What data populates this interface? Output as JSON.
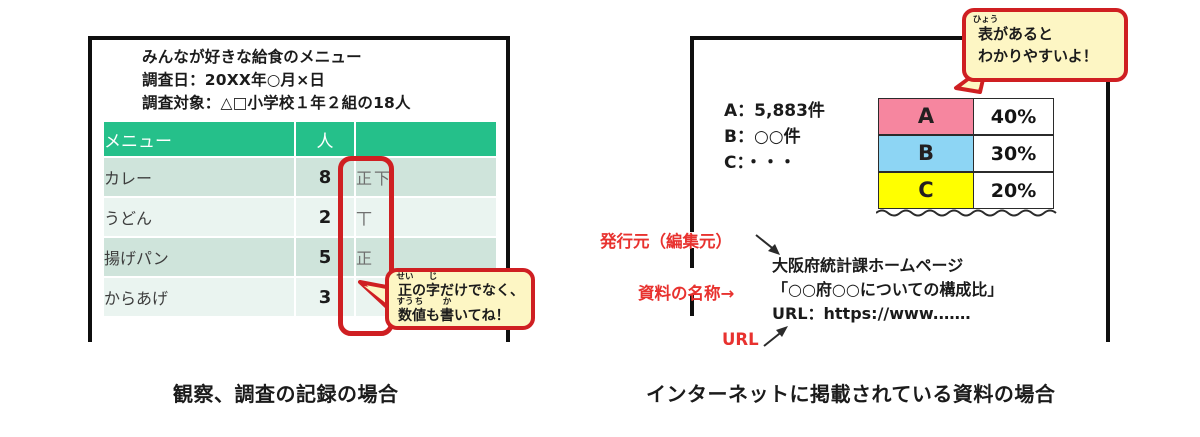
{
  "left_panel": {
    "heading_lines": [
      "みんなが好きな給食のメニュー",
      "調査日：20XX年○月×日",
      "調査対象：△□小学校１年２組の18人"
    ],
    "table": {
      "headers": [
        "メニュー",
        "人",
        ""
      ],
      "rows": [
        {
          "name": "カレー",
          "count": "8",
          "tally": "正下"
        },
        {
          "name": "うどん",
          "count": "2",
          "tally": "丅"
        },
        {
          "name": "揚げパン",
          "count": "5",
          "tally": "正"
        },
        {
          "name": "からあげ",
          "count": "3",
          "tally": ""
        }
      ]
    },
    "caption": "観察、調査の記録の場合"
  },
  "right_panel": {
    "abc_list": [
      "A：5,883件",
      "B：○○件",
      "C：・・・"
    ],
    "ratio_table": [
      {
        "label": "A",
        "value": "40%",
        "color": "#f6869f"
      },
      {
        "label": "B",
        "value": "30%",
        "color": "#8dd5f4"
      },
      {
        "label": "C",
        "value": "20%",
        "color": "#ffff00"
      }
    ],
    "annotations": {
      "publisher": "発行元（編集元）",
      "title": "資料の名称→",
      "url": "URL"
    },
    "source_lines": [
      "大阪府統計課ホームページ",
      "「○○府○○についての構成比」",
      "URL：https://www.……"
    ],
    "caption": "インターネットに掲載されている資料の場合"
  },
  "callouts": {
    "tally": {
      "line1_ruby": [
        {
          "base": "正",
          "rt": "せい"
        },
        {
          "base": "の",
          "rt": ""
        },
        {
          "base": "字",
          "rt": "じ"
        },
        {
          "base": "だけでなく、",
          "rt": ""
        }
      ],
      "line2_ruby": [
        {
          "base": "数",
          "rt": "すう"
        },
        {
          "base": "値",
          "rt": "ち"
        },
        {
          "base": "も",
          "rt": ""
        },
        {
          "base": "書",
          "rt": "か"
        },
        {
          "base": "いてね！",
          "rt": ""
        }
      ]
    },
    "table": {
      "line1_ruby": [
        {
          "base": "表",
          "rt": "ひょう"
        },
        {
          "base": "があると",
          "rt": ""
        }
      ],
      "line2_ruby": [
        {
          "base": "わかりやすいよ！",
          "rt": ""
        }
      ]
    }
  },
  "colors": {
    "header_green": "#25c08a",
    "row_dark": "#cfe4db",
    "row_light": "#eaf4f0",
    "highlight_red": "#cf1f22",
    "annotation_red": "#e8322f",
    "callout_yellow": "#fdf6c4"
  }
}
